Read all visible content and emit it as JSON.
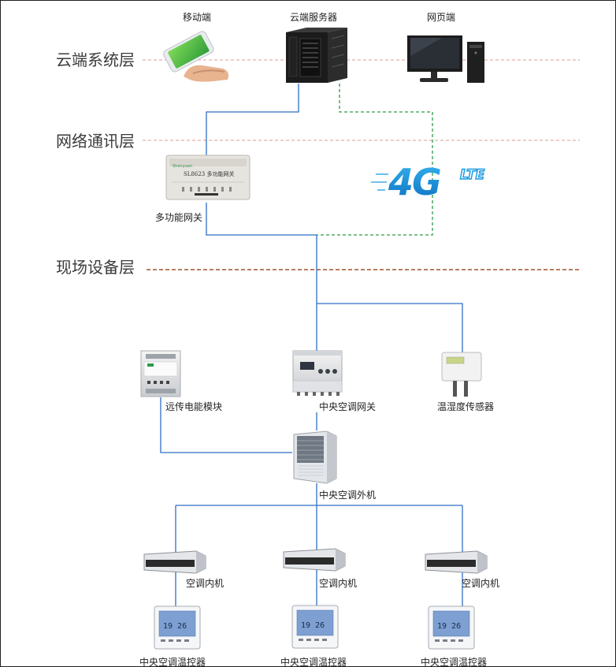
{
  "layers": {
    "cloud": "云端系统层",
    "network": "网络通讯层",
    "field": "现场设备层"
  },
  "devices": {
    "mobile": "移动端",
    "server": "云端服务器",
    "web": "网页端",
    "gateway": "多功能网关",
    "gateway_panel": "SL8623 多功能网关",
    "gateway_brand": "Shenyuan",
    "energy_module": "远传电能模块",
    "ac_gateway": "中央空调网关",
    "th_sensor": "温湿度传感器",
    "outdoor_unit": "中央空调外机",
    "indoor_unit_1": "空调内机",
    "indoor_unit_2": "空调内机",
    "indoor_unit_3": "空调内机",
    "thermostat_1": "中央空调温控器",
    "thermostat_2": "中央空调温控器",
    "thermostat_3": "中央空调温控器"
  },
  "network_badge": {
    "main": "4G",
    "sub": "LTE"
  },
  "colors": {
    "wire_blue": "#2d6fc4",
    "wire_green": "#2e9a4a",
    "cloud_dash": "#e29a9a",
    "field_dash": "#a0522d",
    "lte_blue": "#1d9be0"
  }
}
